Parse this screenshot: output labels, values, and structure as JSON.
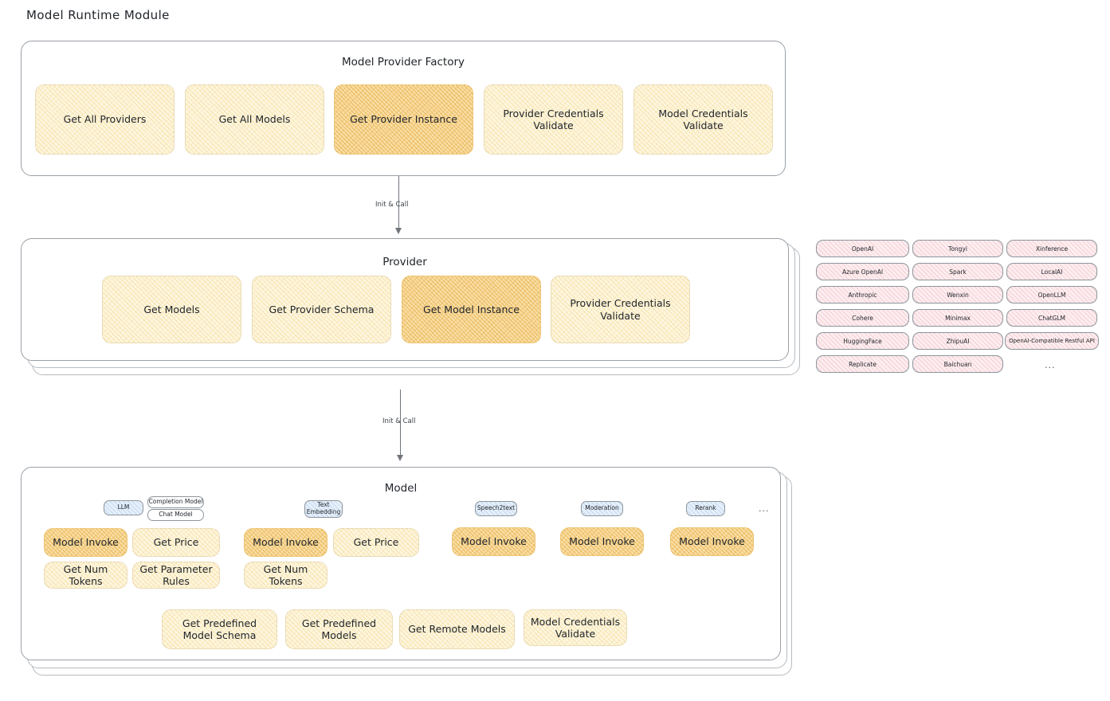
{
  "page": {
    "title": "Model Runtime Module"
  },
  "factory": {
    "title": "Model Provider Factory",
    "items": [
      {
        "label": "Get All Providers",
        "highlight": false
      },
      {
        "label": "Get All Models",
        "highlight": false
      },
      {
        "label": "Get Provider Instance",
        "highlight": true
      },
      {
        "label": "Provider Credentials Validate",
        "highlight": false
      },
      {
        "label": "Model Credentials Validate",
        "highlight": false
      }
    ]
  },
  "arrows": [
    {
      "label": "Init & Call"
    },
    {
      "label": "Init & Call"
    }
  ],
  "provider": {
    "title": "Provider",
    "items": [
      {
        "label": "Get Models",
        "highlight": false
      },
      {
        "label": "Get Provider Schema",
        "highlight": false
      },
      {
        "label": "Get Model Instance",
        "highlight": true
      },
      {
        "label": "Provider Credentials Validate",
        "highlight": false
      }
    ]
  },
  "provider_list": {
    "columns": [
      [
        "OpenAI",
        "Azure OpenAI",
        "Anthropic",
        "Cohere",
        "HuggingFace",
        "Replicate"
      ],
      [
        "Tongyi",
        "Spark",
        "Wenxin",
        "Minimax",
        "ZhipuAI",
        "Baichuan"
      ],
      [
        "Xinference",
        "LocalAI",
        "OpenLLM",
        "ChatGLM",
        "OpenAI-Compatible Restful API"
      ]
    ],
    "ellipsis": "..."
  },
  "model": {
    "title": "Model",
    "ellipsis": "...",
    "types": [
      {
        "badge": "LLM",
        "sub_badges": [
          "Completion Model",
          "Chat Model"
        ],
        "ops": [
          {
            "label": "Model Invoke",
            "highlight": true
          },
          {
            "label": "Get Price",
            "highlight": false
          },
          {
            "label": "Get Num Tokens",
            "highlight": false
          },
          {
            "label": "Get Parameter Rules",
            "highlight": false
          }
        ]
      },
      {
        "badge": "Text Embedding",
        "sub_badges": [],
        "ops": [
          {
            "label": "Model Invoke",
            "highlight": true
          },
          {
            "label": "Get Price",
            "highlight": false
          },
          {
            "label": "Get Num Tokens",
            "highlight": false
          }
        ]
      },
      {
        "badge": "Speech2text",
        "sub_badges": [],
        "ops": [
          {
            "label": "Model Invoke",
            "highlight": true
          }
        ]
      },
      {
        "badge": "Moderation",
        "sub_badges": [],
        "ops": [
          {
            "label": "Model Invoke",
            "highlight": true
          }
        ]
      },
      {
        "badge": "Rerank",
        "sub_badges": [],
        "ops": [
          {
            "label": "Model Invoke",
            "highlight": true
          }
        ]
      }
    ],
    "shared_ops": [
      "Get Predefined Model Schema",
      "Get Predefined Models",
      "Get Remote Models",
      "Model Credentials Validate"
    ]
  }
}
